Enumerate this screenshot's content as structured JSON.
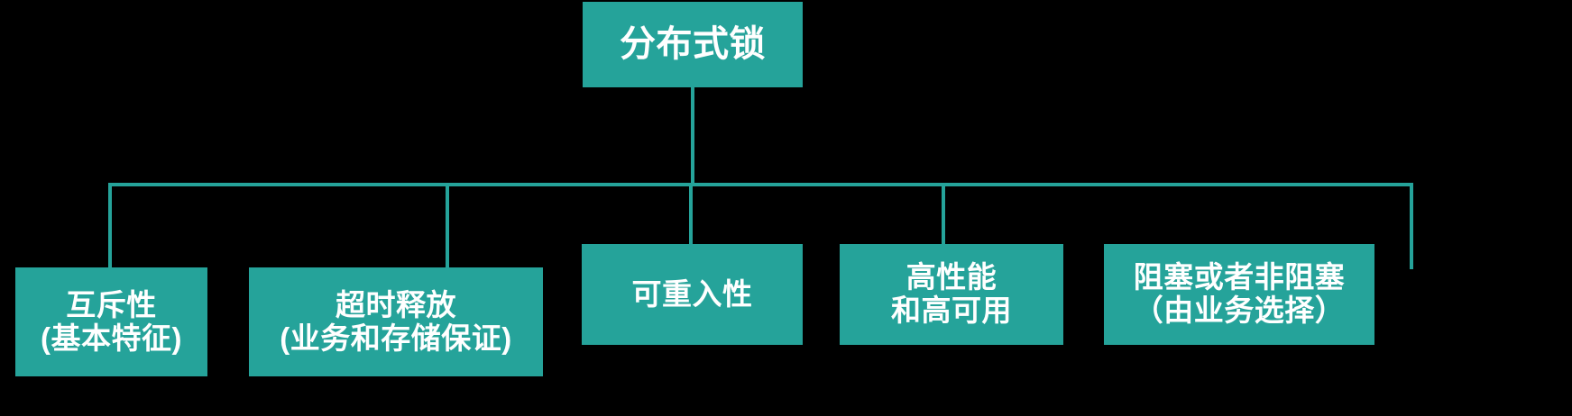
{
  "diagram": {
    "type": "tree",
    "title": "分布式锁",
    "orientation": "top-down",
    "colors": {
      "node_fill": "#25A39A",
      "node_text": "#FFFFFF",
      "connector": "#25A39A",
      "background": "#000000"
    },
    "root": {
      "label": "分布式锁",
      "lines": [
        "分布式锁"
      ]
    },
    "children": [
      {
        "id": "mutual-exclusion",
        "lines": [
          "互斥性",
          "(基本特征)"
        ],
        "line1": "互斥性",
        "line2": "(基本特征)"
      },
      {
        "id": "timeout-release",
        "lines": [
          "超时释放",
          "(业务和存储保证)"
        ],
        "line1": "超时释放",
        "line2": "(业务和存储保证)"
      },
      {
        "id": "reentrancy",
        "lines": [
          "可重入性"
        ],
        "line1": "可重入性",
        "line2": ""
      },
      {
        "id": "high-performance",
        "lines": [
          "高性能",
          "和高可用"
        ],
        "line1": "高性能",
        "line2": "和高可用"
      },
      {
        "id": "blocking-or-non-blocking",
        "lines": [
          "阻塞或者非阻塞",
          "（由业务选择）"
        ],
        "line1": "阻塞或者非阻塞",
        "line2": "（由业务选择）"
      }
    ]
  }
}
